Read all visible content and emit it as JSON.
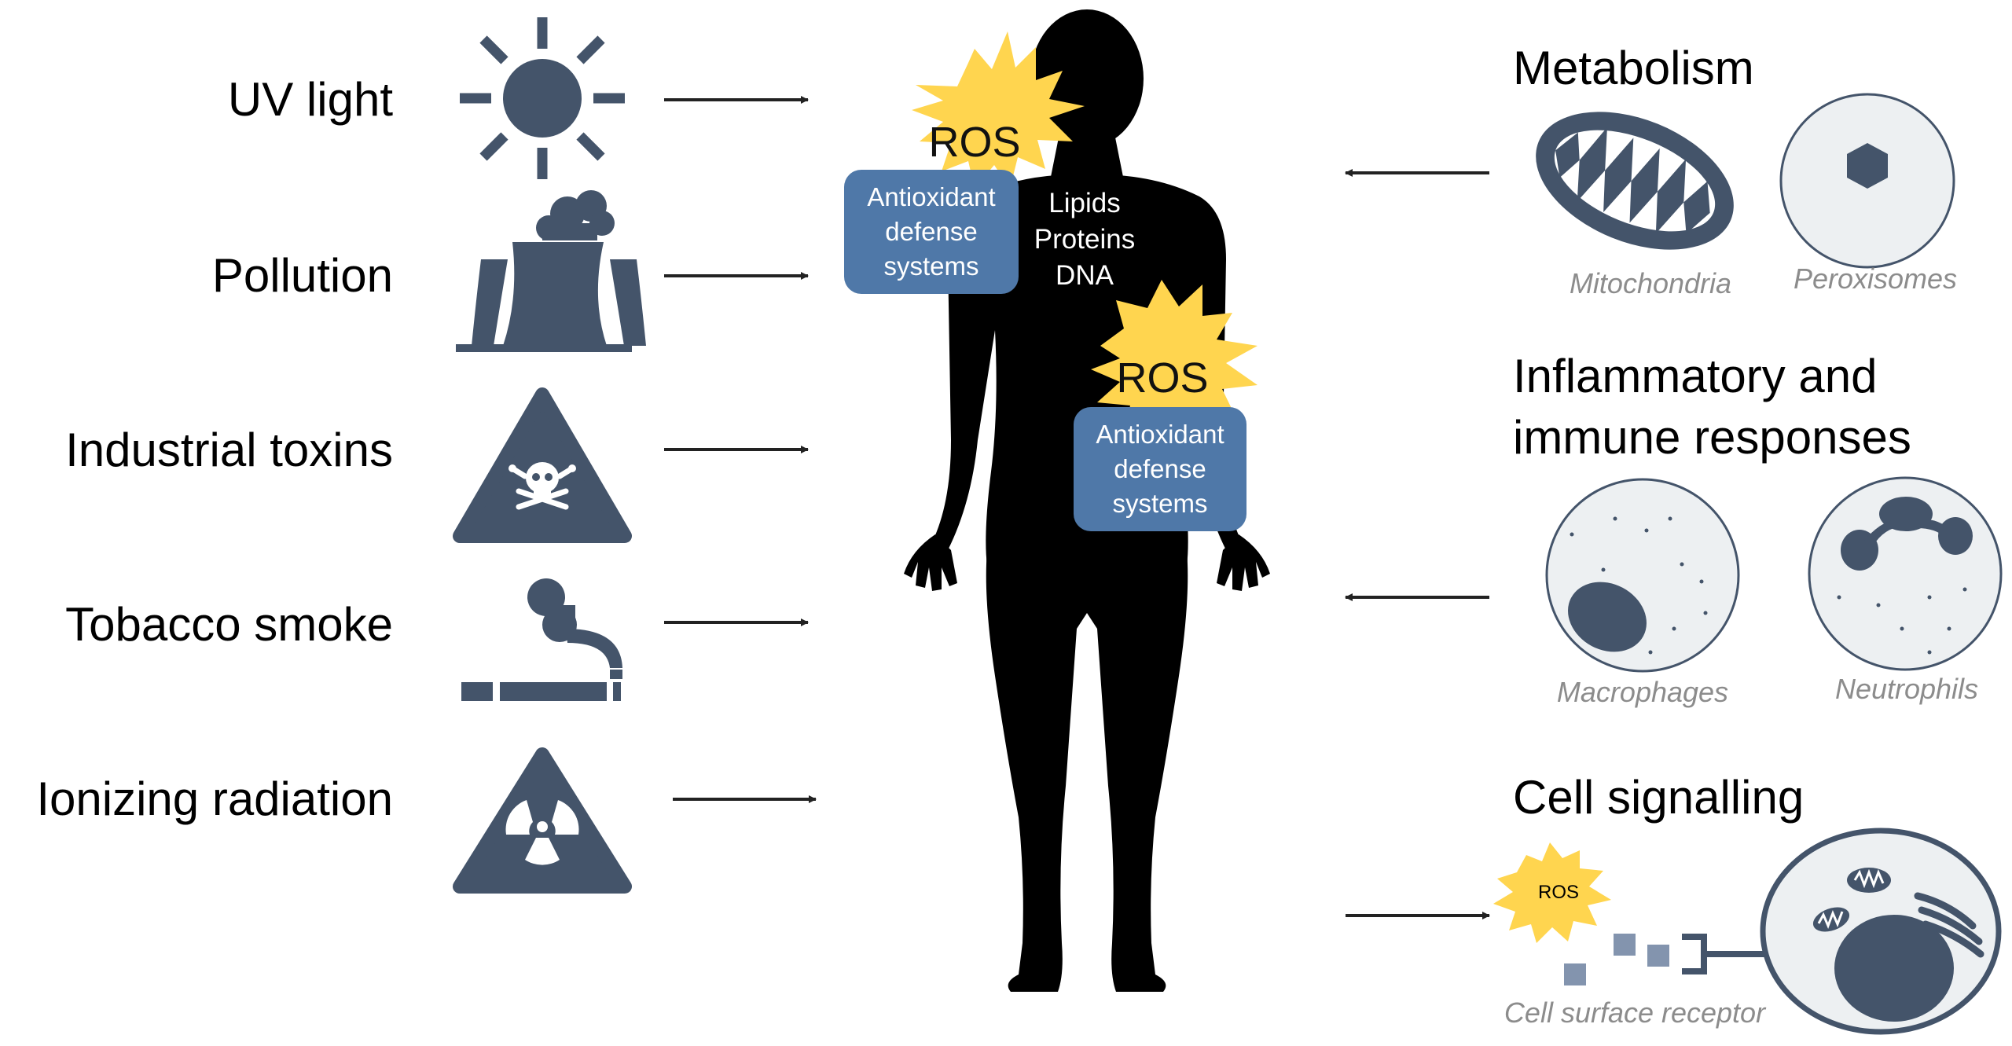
{
  "sources": [
    {
      "label": "UV light",
      "icon": "sun-icon"
    },
    {
      "label": "Pollution",
      "icon": "factory-icon"
    },
    {
      "label": "Industrial toxins",
      "icon": "toxic-hazard-icon"
    },
    {
      "label": "Tobacco smoke",
      "icon": "cigarette-icon"
    },
    {
      "label": "Ionizing radiation",
      "icon": "radiation-hazard-icon"
    }
  ],
  "body": {
    "ros_label": "ROS",
    "antioxidant_box": [
      "Antioxidant",
      "defense",
      "systems"
    ],
    "targets": [
      "Lipids",
      "Proteins",
      "DNA"
    ]
  },
  "endogenous": {
    "metabolism": {
      "title": "Metabolism",
      "items": [
        "Mitochondria",
        "Peroxisomes"
      ]
    },
    "inflammation": {
      "title_lines": [
        "Inflammatory and",
        "immune responses"
      ],
      "items": [
        "Macrophages",
        "Neutrophils"
      ]
    },
    "signalling": {
      "title": "Cell signalling",
      "ros_label": "ROS",
      "caption": "Cell surface receptor"
    }
  },
  "colors": {
    "icon": "#44546a",
    "ros_burst": "#ffd54f",
    "antioxidant_box": "#4f78a8",
    "cell_fill": "#edf0f2",
    "caption": "#8c8c8c"
  }
}
